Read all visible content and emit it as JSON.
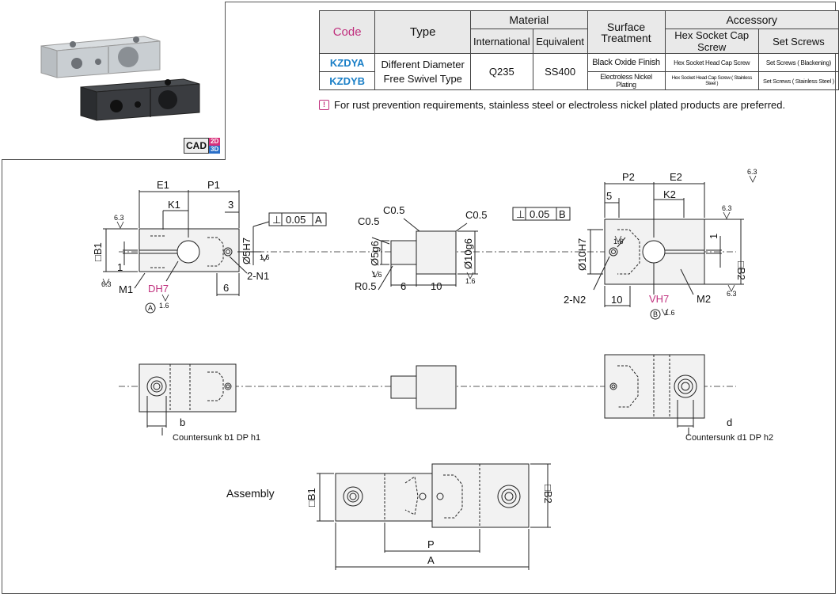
{
  "table": {
    "headers": {
      "code": "Code",
      "type": "Type",
      "material": "Material",
      "material_international": "International",
      "material_equivalent": "Equivalent",
      "surface_treatment_l1": "Surface",
      "surface_treatment_l2": "Treatment",
      "accessory": "Accessory",
      "accessory_hex": "Hex Socket Cap Screw",
      "accessory_set": "Set Screws"
    },
    "type_l1": "Different Diameter",
    "type_l2": "Free Swivel Type",
    "international": "Q235",
    "equivalent": "SS400",
    "rows": [
      {
        "code": "KZDYA",
        "surface": "Black Oxide Finish",
        "hex": "Hex Socket Head Cap Screw",
        "set": "Set Screws ( Blackening)"
      },
      {
        "code": "KZDYB",
        "surface": "Electroless Nickel Plating",
        "hex": "Hex Socket Head Cap Screw ( Stainless Steel )",
        "set": "Set Screws ( Stainless Steel )"
      }
    ]
  },
  "note": "For rust prevention requirements, stainless steel or electroless nickel plated products are preferred.",
  "cad_badge": {
    "text": "CAD",
    "d2": "2D",
    "d3": "3D"
  },
  "drawing": {
    "E1": "E1",
    "P1": "P1",
    "K1": "K1",
    "three": "3",
    "B1": "□B1",
    "one": "1",
    "M1": "M1",
    "DH7": "DH7",
    "A_circ": "A",
    "r16": "1.6",
    "r63": "6.3",
    "six": "6",
    "twoN1": "2-N1",
    "phi5H7": "Ø5H7",
    "tol1_sym": "⊥",
    "tol1_val": "0.05",
    "tol1_ref": "A",
    "C05a": "C0.5",
    "C05b": "C0.5",
    "C05c": "C0.5",
    "phi5g6": "Ø5g6",
    "phi10g6": "Ø10g6",
    "R05": "R0.5",
    "ten": "10",
    "tol2_sym": "⊥",
    "tol2_val": "0.05",
    "tol2_ref": "B",
    "P2": "P2",
    "E2": "E2",
    "five": "5",
    "K2": "K2",
    "phi10H7": "Ø10H7",
    "B2": "□B2",
    "twoN2": "2-N2",
    "VH7": "VH7",
    "B_circ": "B",
    "M2": "M2",
    "b": "b",
    "cs_b": "Countersunk b1 DP h1",
    "d": "d",
    "cs_d": "Countersunk d1 DP h2",
    "assembly": "Assembly",
    "P": "P",
    "A": "A"
  }
}
